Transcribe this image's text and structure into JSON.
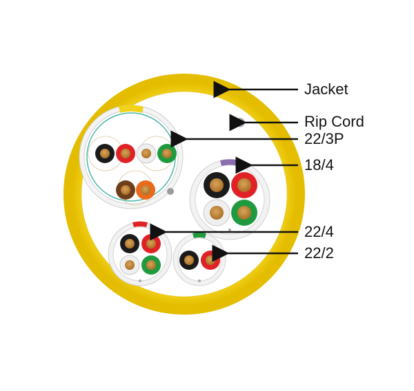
{
  "labels": {
    "jacket": "Jacket",
    "rip_cord": "Rip Cord",
    "c22_3p": "22/3P",
    "c18_4": "18/4",
    "c22_4": "22/4",
    "c22_2": "22/2"
  },
  "colors": {
    "jacket": "#f2d21a",
    "jacket_shade": "#e6c000",
    "foil": "#f1f1f1",
    "shield": "#49b8a8",
    "stripe_yellow": "#f2d21a",
    "stripe_purple": "#8a6db0",
    "stripe_red": "#e02226",
    "stripe_green": "#1f9a3e",
    "core": "#b8843a",
    "arrow": "#111111"
  }
}
